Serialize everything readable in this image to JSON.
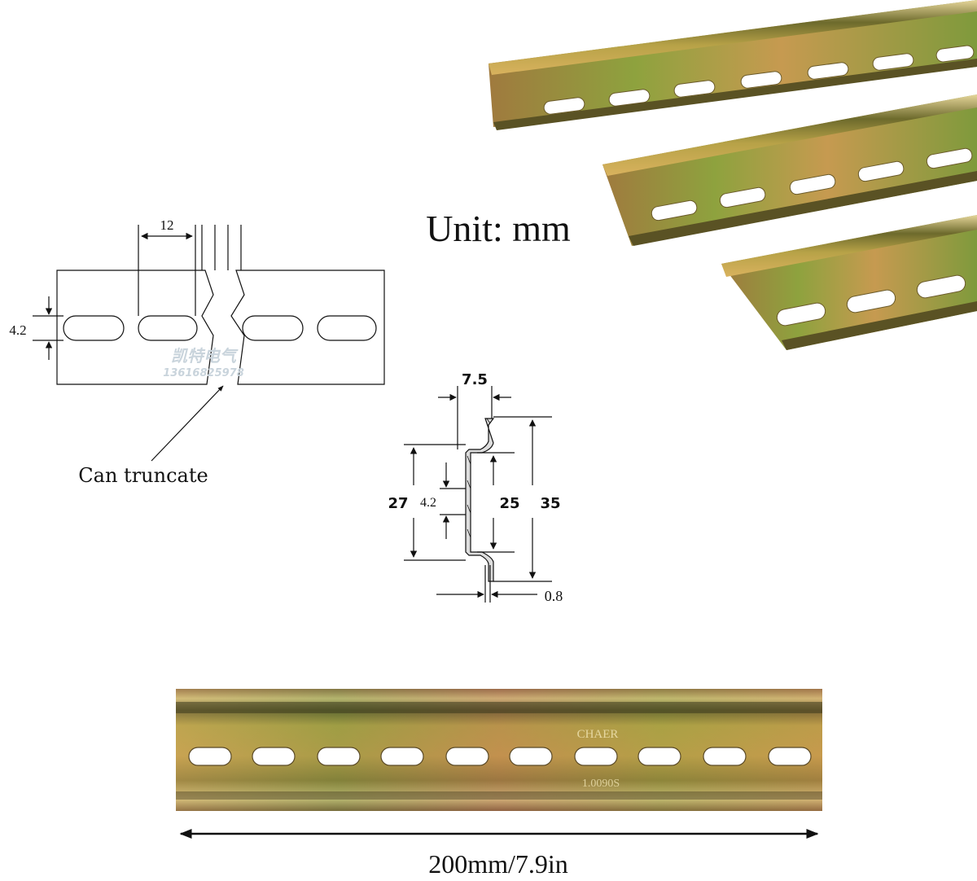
{
  "unit_label": "Unit: mm",
  "hole_diagram": {
    "hole_width": "12",
    "hole_height": "4.2",
    "note": "Can truncate",
    "watermark_name": "凯特电气",
    "watermark_phone": "13616825978"
  },
  "profile_diagram": {
    "flange_width": "7.5",
    "inner_height": "27",
    "slot_height": "4.2",
    "web_height": "25",
    "total_height": "35",
    "thickness": "0.8"
  },
  "rail_stamps": {
    "brand": "CHAER",
    "code": "1.0090S"
  },
  "length_label": "200mm/7.9in",
  "colors": {
    "line": "#111111",
    "metal_gold": "#b8a23a",
    "metal_green": "#6f8f3a",
    "metal_copper": "#a8644a"
  }
}
